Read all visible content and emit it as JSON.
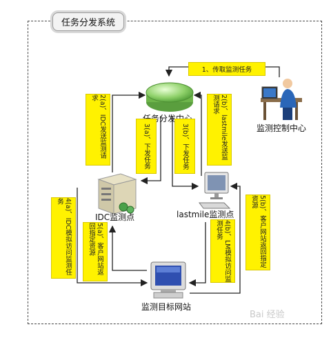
{
  "diagram": {
    "title": "任务分发系统",
    "nodes": {
      "center": "任务分发中心",
      "monitor": "监测控制中心",
      "idc": "IDC监测点",
      "lastmile": "lastmile监测点",
      "target": "监测目标网站"
    },
    "edge_labels": {
      "e1": "1、传取监测任务",
      "e2a": "2(a)、IDC发送监测请求",
      "e2b": "2(b)、lastmile发送监测请求",
      "e3a": "3(a)、下发任务",
      "e3b": "3(b)、下发任务",
      "e4a": "4(a)、IDC模拟访问监测任务",
      "e4b": "4(b)、LM模拟访问监测任务",
      "e5a": "5(a)、客户网站返回指定资源",
      "e5b": "5(b)、客户网站返回指定资源"
    },
    "colors": {
      "label_fill": "#fff200",
      "center_node": "#8fd16a",
      "line": "#222222"
    },
    "watermark": "Bai 经验"
  }
}
